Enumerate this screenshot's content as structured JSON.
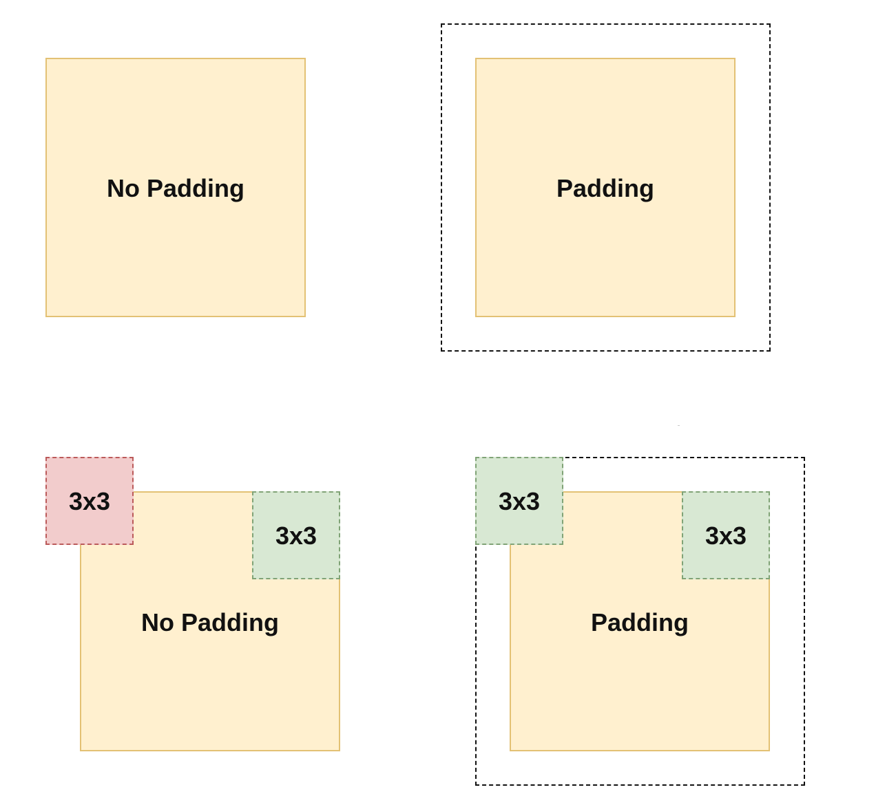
{
  "panels": [
    {
      "label": "No Padding",
      "padding": false
    },
    {
      "label": "Padding",
      "padding": true
    },
    {
      "label": "No Padding",
      "padding": false,
      "kernels": [
        {
          "label": "3x3",
          "color": "#f2cccc"
        },
        {
          "label": "3x3",
          "color": "#d8e8d3"
        }
      ]
    },
    {
      "label": "Padding",
      "padding": true,
      "kernels": [
        {
          "label": "3x3",
          "color": "#d8e8d3"
        },
        {
          "label": "3x3",
          "color": "#d8e8d3"
        }
      ]
    }
  ],
  "colors": {
    "input_fill": "#fff0cf",
    "input_border": "#e3c174",
    "kernel_red_fill": "#f2cccc",
    "kernel_green_fill": "#d8e8d3",
    "padding_border": "#111111"
  }
}
